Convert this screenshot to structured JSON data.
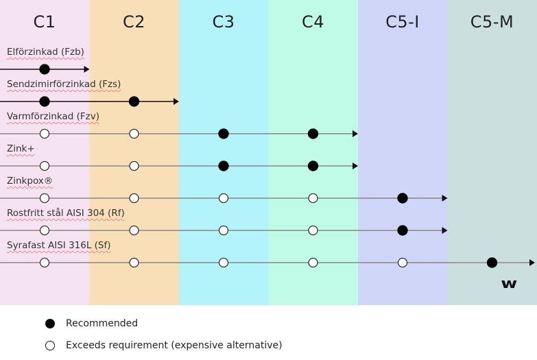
{
  "columns": [
    {
      "label": "C1",
      "color": "#f6e3f1"
    },
    {
      "label": "C2",
      "color": "#f8dfb8"
    },
    {
      "label": "C3",
      "color": "#b2f4f9"
    },
    {
      "label": "C4",
      "color": "#bffbe6"
    },
    {
      "label": "C5-I",
      "color": "#d0d6f8"
    },
    {
      "label": "C5-M",
      "color": "#cadfde"
    }
  ],
  "rows": [
    {
      "label": "Elförzinkad (Fzb)",
      "markers": [
        "filled"
      ]
    },
    {
      "label": "Sendzimirförzinkad (Fzs)",
      "markers": [
        "filled",
        "filled"
      ]
    },
    {
      "label": "Varmförzinkad (Fzv)",
      "markers": [
        "open",
        "open",
        "filled",
        "filled"
      ]
    },
    {
      "label": "Zink+",
      "markers": [
        "open",
        "open",
        "filled",
        "filled"
      ]
    },
    {
      "label": "Zinkpox®",
      "markers": [
        "open",
        "open",
        "open",
        "open",
        "filled"
      ]
    },
    {
      "label": "Rostfritt stål AISI 304 (Rf)",
      "markers": [
        "open",
        "open",
        "open",
        "open",
        "filled"
      ]
    },
    {
      "label": "Syrafast AISI 316L (Sf)",
      "markers": [
        "open",
        "open",
        "open",
        "open",
        "open",
        "filled"
      ]
    }
  ],
  "legend": {
    "recommended": "Recommended",
    "exceeds": "Exceeds requirement (expensive alternative)"
  },
  "logo": "w"
}
